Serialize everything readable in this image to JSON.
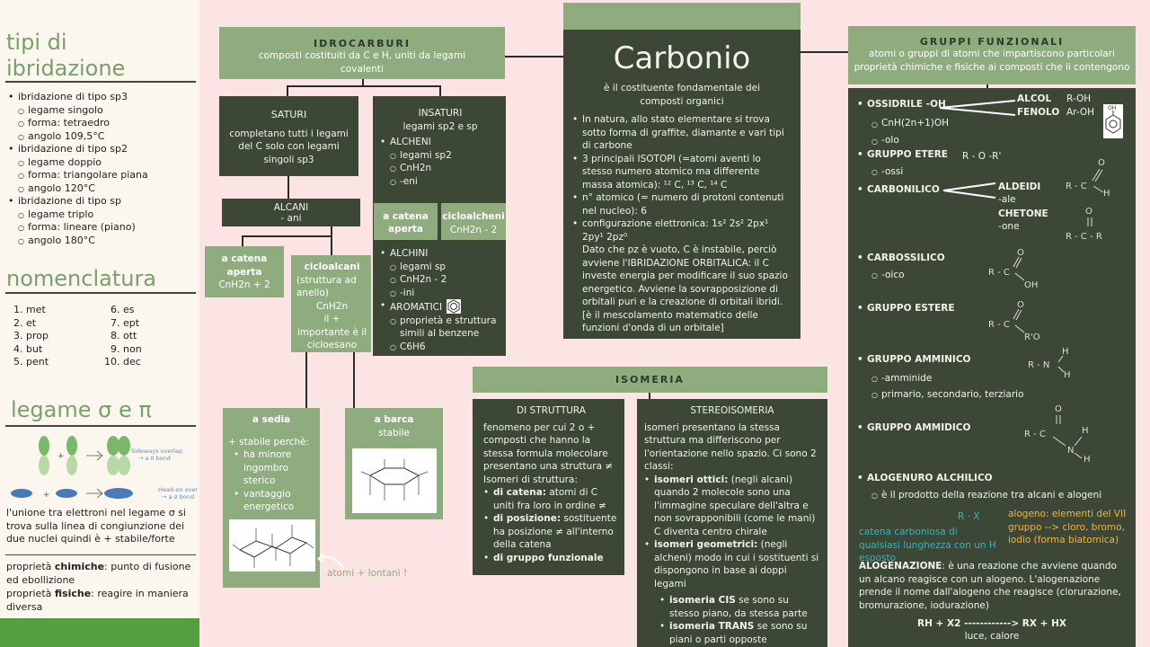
{
  "left": {
    "ibrid": {
      "title": "tipi di ibridazione",
      "items": [
        {
          "label": "ibridazione di tipo sp3",
          "subs": [
            "legame singolo",
            "forma: tetraedro",
            "angolo 109,5°C"
          ]
        },
        {
          "label": "ibridazione di tipo sp2",
          "subs": [
            "legame doppio",
            "forma: triangolare piana",
            "angolo 120°C"
          ]
        },
        {
          "label": "ibridazione di tipo sp",
          "subs": [
            "legame triplo",
            "forma: lineare (piano)",
            "angolo 180°C"
          ]
        }
      ]
    },
    "nomen": {
      "title": "nomenclatura",
      "col1": [
        "met",
        "et",
        "prop",
        "but",
        "pent"
      ],
      "col2": [
        "es",
        "ept",
        "ott",
        "non",
        "dec"
      ]
    },
    "legame": {
      "title": "legame σ e π",
      "fig_sideways": "Sideways overlap",
      "fig_pi": "→ a π bond",
      "fig_headon": "Head-on overlap",
      "fig_sigma": "→ a σ bond",
      "text": "l'unione tra elettroni nel legame σ si trova sulla linea di congiunzione dei due nuclei quindi è + stabile/forte",
      "chim_pre": "proprietà ",
      "chim_b": "chimiche",
      "chim_post": ": punto di fusione ed ebollizione",
      "fis_pre": "proprietà ",
      "fis_b": "fisiche",
      "fis_post": ": reagire in maniera diversa"
    }
  },
  "idro": {
    "title": "IDROCARBURI",
    "sub": "composti costituiti da C e H, uniti da legami covalenti"
  },
  "saturi": {
    "title": "SATURI",
    "text": "completano tutti i legami del C solo con legami singoli sp3"
  },
  "insaturi": {
    "title": "INSATURI",
    "sub": "legami sp2 e sp",
    "alcheni": {
      "label": "ALCHENI",
      "subs": [
        "legami sp2",
        "CnH2n",
        "-eni"
      ]
    },
    "alchini": {
      "label": "ALCHINI",
      "subs": [
        "legami sp",
        "CnH2n - 2",
        "-ini"
      ]
    },
    "aromatici": {
      "label": "AROMATICI",
      "subs": [
        "proprietà e struttura simili al benzene",
        "C6H6"
      ]
    }
  },
  "alcani": {
    "title": "ALCANI",
    "sub": "- ani"
  },
  "catena_aperta1": {
    "title": "a catena aperta",
    "text": "CnH2n + 2"
  },
  "cicloalcani1": {
    "title": "cicloalcani",
    "t1": "(struttura ad anello)",
    "t2": "CnH2n",
    "t3": "il + importante è il cicloesano"
  },
  "catena_aperta2": {
    "title": "a catena aperta"
  },
  "cicloalcheni": {
    "title": "cicloalcheni",
    "text": "CnH2n - 2"
  },
  "sedia": {
    "title": "a sedia",
    "l1": "+ stabile perchè:",
    "items": [
      "ha minore ingombro sterico",
      "vantaggio energetico"
    ]
  },
  "barca": {
    "title": "a barca",
    "text": "stabile"
  },
  "annot": "atomi + lontani !",
  "carbonio": {
    "title": "Carbonio",
    "sub": "è il costituente fondamentale dei composti organici",
    "items": [
      "In natura, allo stato elementare si trova sotto forma di graffite, diamante e vari tipi di carbone",
      "3 principali ISOTOPI (=atomi aventi lo stesso numero atomico ma differente massa atomica):  ¹² C, ¹³ C, ¹⁴ C",
      "n° atomico (= numero di protoni contenuti nel nucleo): 6",
      "configurazione elettronica: 1s² 2s² 2px¹ 2py¹ 2pz⁰"
    ],
    "extra": "Dato che pz è vuoto, C è instabile, perciò avviene l'IBRIDAZIONE ORBITALICA: il C investe energia per modificare il suo spazio energetico. Avviene la sovrapposizione di orbitali puri e la creazione di orbitali ibridi.  [è il mescolamento matematico delle funzioni d'onda di un orbitale]"
  },
  "isomeria": {
    "title": "ISOMERIA",
    "strutt": {
      "title": "DI STRUTTURA",
      "intro": "fenomeno per cui 2 o + composti che hanno la stessa formula molecolare presentano una struttura ≠ Isomeri di struttura:",
      "items": [
        {
          "b": "di catena:",
          "t": " atomi di C uniti fra loro in ordine ≠"
        },
        {
          "b": "di posizione:",
          "t": " sostituente ha posizione ≠ all'interno della catena"
        },
        {
          "b": "di gruppo funzionale",
          "t": ""
        }
      ]
    },
    "stereo": {
      "title": "STEREOISOMERIA",
      "intro": "isomeri presentano la stessa struttura ma differiscono per l'orientazione nello spazio. Ci sono 2 classi:",
      "ottici_b": "isomeri ottici:",
      "ottici_t": " (negli alcani) quando 2 molecole sono una l'immagine speculare dell'altra e non sovrapponibili (come le mani) C diventa centro chirale",
      "geom_b": "isomeri geometrici:",
      "geom_t": "  (negli alcheni) modo in cui i sostituenti si dispongono in base ai doppi legami",
      "cis_b": "isomeria CIS",
      "cis_t": " se sono su stesso piano, da stessa parte",
      "trans_b": "isomeria TRANS",
      "trans_t": " se sono su piani o parti opposte"
    }
  },
  "gruppi": {
    "title": "GRUPPI FUNZIONALI",
    "sub": "atomi o gruppi di atomi che impartiscono particolari proprietà chimiche e fisiche ai composti che li contengono",
    "ossidrile": {
      "label": "OSSIDRILE  -OH",
      "subs": [
        "CnH(2n+1)OH",
        "-olo"
      ],
      "alcol": "ALCOL",
      "alcol_f": "R-OH",
      "fenolo": "FENOLO",
      "fenolo_f": "Ar-OH",
      "oh": "OH"
    },
    "etere": {
      "label": "GRUPPO ETERE",
      "subs": [
        "-ossi"
      ],
      "formula": "R - O -R'"
    },
    "carbonilico": {
      "label": "CARBONILICO",
      "aldeidi": "ALDEIDI",
      "ale": "-ale",
      "chetone": "CHETONE",
      "one": "-one"
    },
    "carbossilico": {
      "label": "CARBOSSILICO",
      "subs": [
        "-oico"
      ]
    },
    "estere": {
      "label": "GRUPPO ESTERE"
    },
    "amminico": {
      "label": "GRUPPO AMMINICO",
      "subs": [
        "-amminide",
        "primario, secondario, terziario"
      ]
    },
    "ammidico": {
      "label": "GRUPPO AMMIDICO"
    },
    "alogenuro": {
      "label": "ALOGENURO ALCHILICO",
      "subs": [
        "è il prodotto della reazione tra alcani e alogeni"
      ],
      "rx": "R · X",
      "catena": "catena carboniosa di qualsiasi lunghezza con un H esposto",
      "alogeno": "alogeno: elementi del VII gruppo --> cloro, bromo, iodio (forma biatomica)"
    },
    "alogenazione_b": "ALOGENAZIONE",
    "alogenazione_t": ": è una reazione che avviene quando un alcano reagisce con un alogeno. L'alogenazione prende il nome dall'alogeno che reagisce (clorurazione, bromurazione, iodurazione)",
    "reazione": "RH + X2 ------------> RX + HX",
    "reazione_sub": "luce, calore"
  },
  "chem": {
    "R": "R",
    "C": "C",
    "O": "O",
    "H": "H",
    "N": "N",
    "RC": "R - C",
    "RCR": "R - C - R",
    "OH": "OH",
    "RO": "R'O",
    "RN": "R - N",
    "RCdash": "R - C",
    "eq": "="
  },
  "colors": {
    "dark": "#3c4736",
    "light": "#8fac7f",
    "accent_green": "#7aa06a",
    "cyan": "#2fb6c4",
    "orange": "#f0b444",
    "bg": "#fce4e4"
  }
}
